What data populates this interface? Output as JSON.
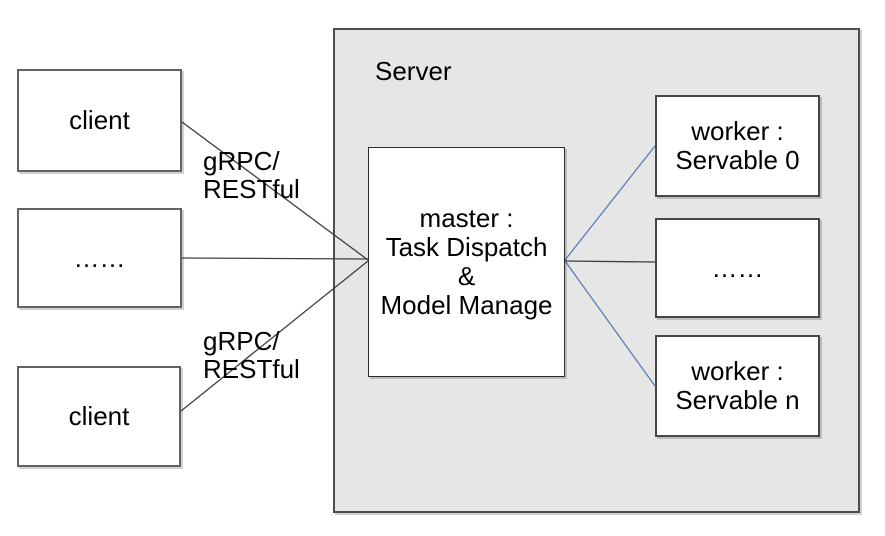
{
  "diagram": {
    "server_group": {
      "label": "Server"
    },
    "nodes": {
      "client_top": {
        "label": "client"
      },
      "client_more": {
        "label": "……"
      },
      "client_bottom": {
        "label": "client"
      },
      "master": {
        "lines": [
          "master :",
          "Task Dispatch",
          "&",
          "Model Manage"
        ]
      },
      "worker_top": {
        "lines": [
          "worker :",
          "Servable 0"
        ]
      },
      "worker_more": {
        "label": "……"
      },
      "worker_bottom": {
        "lines": [
          "worker :",
          "Servable n"
        ]
      }
    },
    "edge_labels": {
      "top": {
        "lines": [
          "gRPC/",
          "RESTful"
        ]
      },
      "bottom": {
        "lines": [
          "gRPC/",
          "RESTful"
        ]
      }
    },
    "colors": {
      "server_fill": "#e6e6e6",
      "box_fill": "#ffffff",
      "connector": "#3f3f3f",
      "connector_blue": "#5b7fb5"
    }
  }
}
